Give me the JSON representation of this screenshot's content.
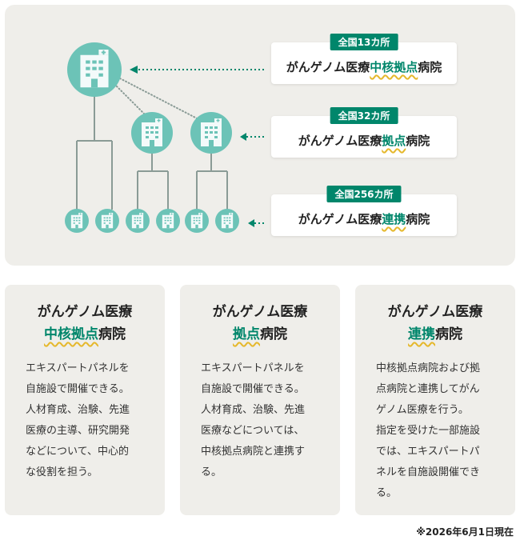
{
  "labels": [
    {
      "badge": "全国13カ所",
      "prefix": "がんゲノム医療",
      "highlight": "中核拠点",
      "suffix": "病院"
    },
    {
      "badge": "全国32カ所",
      "prefix": "がんゲノム医療",
      "highlight": "拠点",
      "suffix": "病院"
    },
    {
      "badge": "全国256カ所",
      "prefix": "がんゲノム医療",
      "highlight": "連携",
      "suffix": "病院"
    }
  ],
  "cards": [
    {
      "title_line1": "がんゲノム医療",
      "title_highlight": "中核拠点",
      "title_suffix": "病院",
      "body": "エキスパートパネルを\n自施設で開催できる。\n人材育成、治験、先進\n医療の主導、研究開発\nなどについて、中心的\nな役割を担う。"
    },
    {
      "title_line1": "がんゲノム医療",
      "title_highlight": "拠点",
      "title_suffix": "病院",
      "body": "エキスパートパネルを\n自施設で開催できる。\n人材育成、治験、先進\n医療などについては、\n中核拠点病院と連携す\nる。"
    },
    {
      "title_line1": "がんゲノム医療",
      "title_highlight": "連携",
      "title_suffix": "病院",
      "body": "中核拠点病院および拠\n点病院と連携してがん\nゲノム医療を行う。\n指定を受けた一部施設\nでは、エキスパートパ\nネルを自施設開催でき\nる。"
    }
  ],
  "footnote": "※2026年6月1日現在",
  "colors": {
    "circle": "#6cc3b7",
    "accent": "#00866b",
    "underline": "#e5b82c",
    "panel": "#efeeea"
  }
}
